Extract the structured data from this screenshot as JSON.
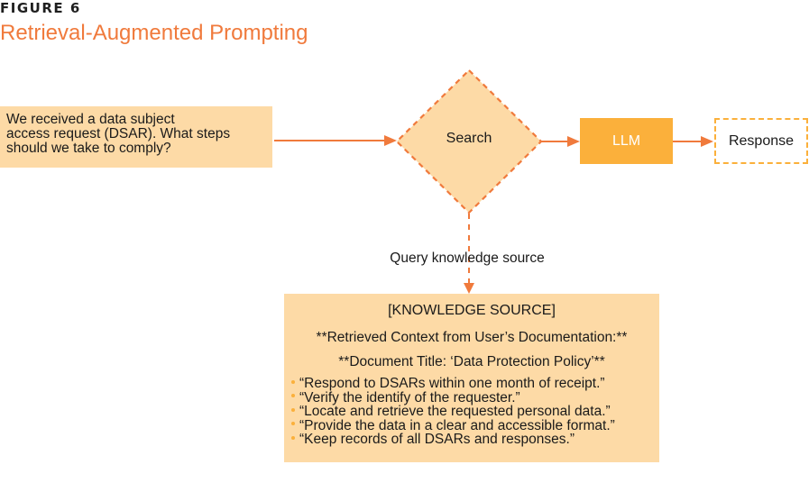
{
  "figure": {
    "label": "FIGURE 6",
    "title": "Retrieval-Augmented Prompting"
  },
  "colors": {
    "accent_orange": "#f07a3c",
    "box_fill": "#fddaa6",
    "llm_fill": "#fbb03b",
    "response_border": "#fbb03b",
    "arrow": "#f07a3c"
  },
  "nodes": {
    "question": {
      "lines": [
        "We received a data subject",
        "access request (DSAR). What steps",
        "should we take to comply?"
      ]
    },
    "search": {
      "label": "Search"
    },
    "llm": {
      "label": "LLM"
    },
    "response": {
      "label": "Response"
    },
    "knowledge_source": {
      "heading": "[KNOWLEDGE SOURCE]",
      "context_title": "**Retrieved Context from User’s Documentation:**",
      "document_title": "**Document Title: ‘Data Protection Policy’**",
      "items": [
        "“Respond to DSARs within one month of receipt.”",
        "“Verify the identify of the requester.”",
        "“Locate and retrieve the requested personal data.”",
        "“Provide the data in a clear and accessible format.”",
        "“Keep records of all DSARs and responses.”"
      ]
    }
  },
  "edges": {
    "query_label": "Query knowledge source"
  }
}
